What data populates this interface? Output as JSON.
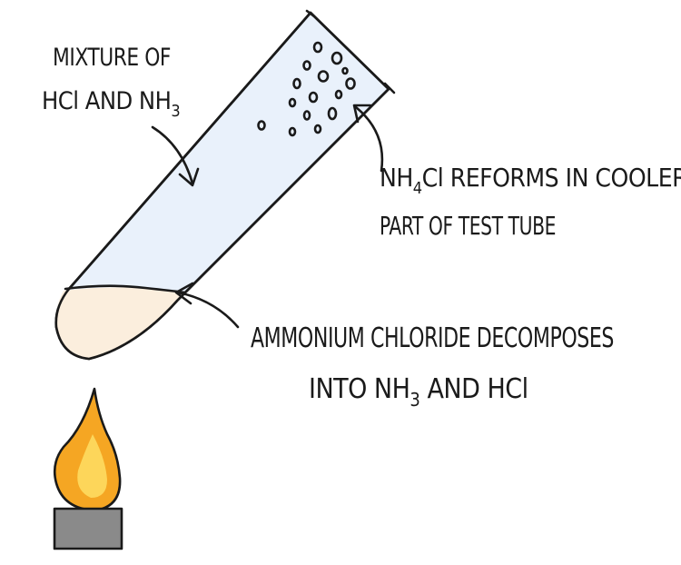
{
  "labels": {
    "mixture_line1": "MIXTURE OF",
    "mixture_line2_a": "HCl AND NH",
    "mixture_line2_sub": "3",
    "reform_line1_a": "NH",
    "reform_line1_sub": "4",
    "reform_line1_b": "Cl REFORMS IN COOLER",
    "reform_line2": "PART OF TEST TUBE",
    "decompose_line1": "AMMONIUM CHLORIDE DECOMPOSES",
    "decompose_line2_a": "INTO NH",
    "decompose_line2_sub": "3",
    "decompose_line2_b": " AND HCl"
  },
  "colors": {
    "tube_fill": "#e9f1fb",
    "solid_fill": "#fbeedd",
    "flame_outer": "#f5a623",
    "flame_inner": "#fdd65a",
    "burner": "#8a8a8a",
    "ink": "#1a1a1a"
  },
  "icons": [
    "test-tube-icon",
    "flame-icon",
    "bunsen-burner-icon"
  ]
}
